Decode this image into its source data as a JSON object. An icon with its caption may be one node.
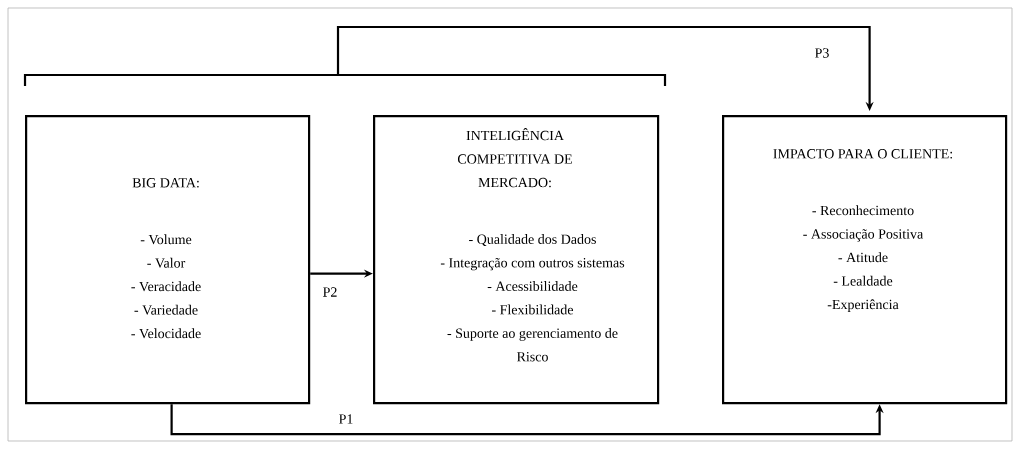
{
  "diagram": {
    "nodes": [
      {
        "text": [
          "BIG DATA:",
          "- Volume",
          "- Valor",
          "- Veracidade",
          "- Variedade",
          "- Velocidade"
        ]
      },
      {
        "text": [
          "INTELIGÊNCIA COMPETITIVA DE MERCADO:",
          "- Qualidade  dos Dados",
          "- Integração com outros sistemas",
          "- Acessibilidade",
          "- Flexibilidade",
          "- Suporte ao gerenciamento de Risco"
        ]
      },
      {
        "text": [
          "IMPACTO PARA O CLIENTE:",
          "- Reconhecimento",
          "- Associação Positiva",
          "- Atitude",
          "- Lealdade",
          "-Experiência"
        ]
      }
    ],
    "edges": [
      {
        "from": 0,
        "to": 1,
        "arrow": "to",
        "label": "P2"
      },
      {
        "from": 0,
        "to": 2,
        "arrow": "to",
        "label": "P1"
      },
      {
        "from": null,
        "to": 2,
        "arrow": "to",
        "label": "P3"
      }
    ]
  }
}
